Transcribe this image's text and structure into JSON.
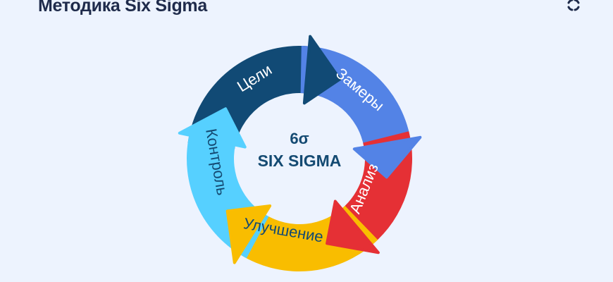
{
  "header": {
    "title": "Методика Six Sigma",
    "logo_icon": "cycle-logo-icon"
  },
  "diagram": {
    "center_symbol": "6σ",
    "center_text": "SIX SIGMA",
    "steps": [
      {
        "label": "Цели",
        "color": "#114a75",
        "text_color": "#ffffff"
      },
      {
        "label": "Замеры",
        "color": "#5383e6",
        "text_color": "#ffffff"
      },
      {
        "label": "Анализ",
        "color": "#e53035",
        "text_color": "#ffffff"
      },
      {
        "label": "Улучшение",
        "color": "#f9bd00",
        "text_color": "#144a72"
      },
      {
        "label": "Контроль",
        "color": "#56d0ff",
        "text_color": "#144a72"
      }
    ]
  }
}
